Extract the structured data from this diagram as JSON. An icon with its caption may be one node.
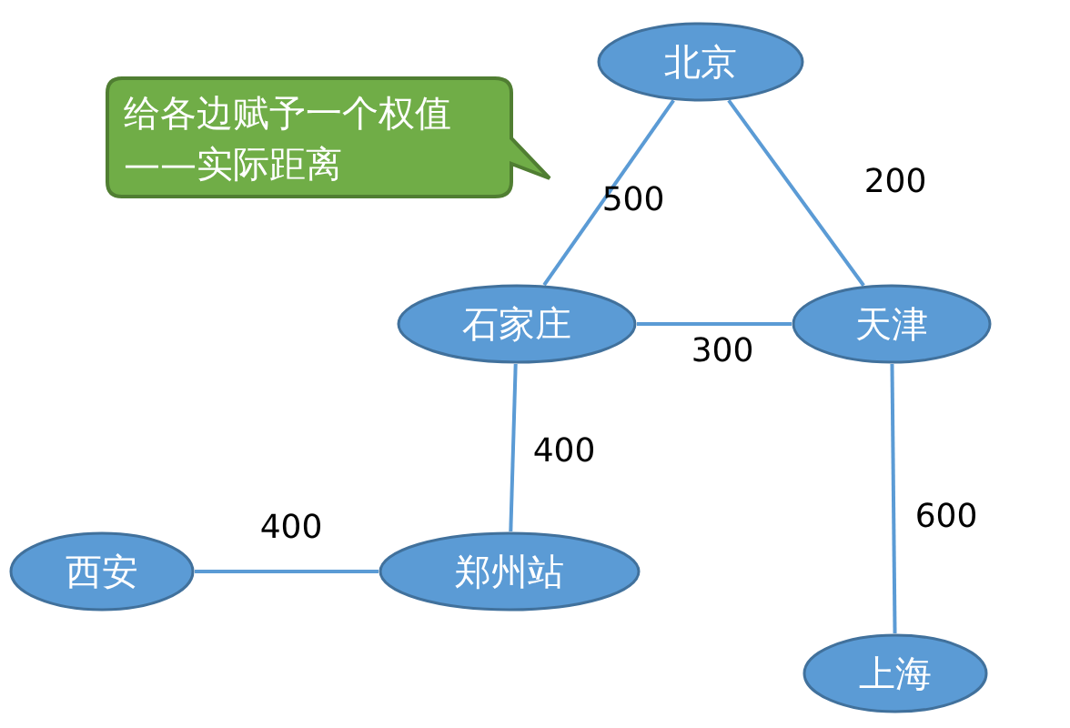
{
  "diagram": {
    "nodes": [
      {
        "text": [
          "给各边赋予一个权值——实际距离"
        ]
      },
      {
        "text": [
          "北京"
        ]
      },
      {
        "text": [
          "石家庄"
        ]
      },
      {
        "text": [
          "天津"
        ]
      },
      {
        "text": [
          "西安"
        ]
      },
      {
        "text": [
          "郑州站"
        ]
      },
      {
        "text": [
          "上海"
        ]
      }
    ],
    "edges": [
      {
        "from": 1,
        "to": 2,
        "arrow": "none",
        "label": "500"
      },
      {
        "from": 1,
        "to": 3,
        "arrow": "none",
        "label": "200"
      },
      {
        "from": 2,
        "to": 3,
        "arrow": "none",
        "label": "300"
      },
      {
        "from": 2,
        "to": 5,
        "arrow": "none",
        "label": "400"
      },
      {
        "from": 4,
        "to": 5,
        "arrow": "none",
        "label": "400"
      },
      {
        "from": 3,
        "to": 6,
        "arrow": "none",
        "label": "600"
      }
    ]
  }
}
